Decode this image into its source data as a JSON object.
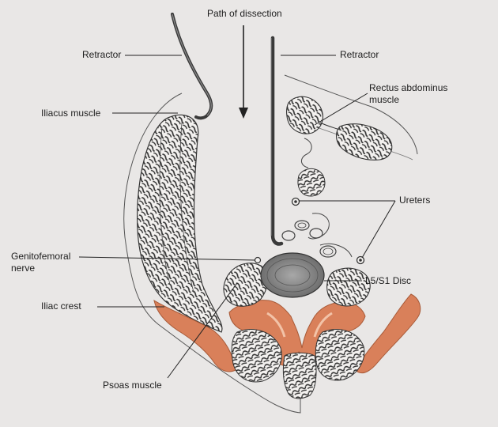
{
  "labels": {
    "path_of_dissection": "Path of dissection",
    "retractor_left": "Retractor",
    "retractor_right": "Retractor",
    "iliacus_muscle": "Iliacus muscle",
    "rectus_abdominus": "Rectus abdominus muscle",
    "ureters": "Ureters",
    "genitofemoral_nerve": "Genitofemoral nerve",
    "l5_s1_disc": "L5/S1 Disc",
    "iliac_crest": "Iliac crest",
    "psoas_muscle": "Psoas muscle"
  },
  "colors": {
    "background": "#e9e7e6",
    "bone": "#d9805a",
    "bone_dark": "#b9603e",
    "muscle_fill": "#f3f1ef",
    "muscle_hatch": "#3a3a3a",
    "disc": "#8a8a8a",
    "line": "#2a2a2a"
  }
}
